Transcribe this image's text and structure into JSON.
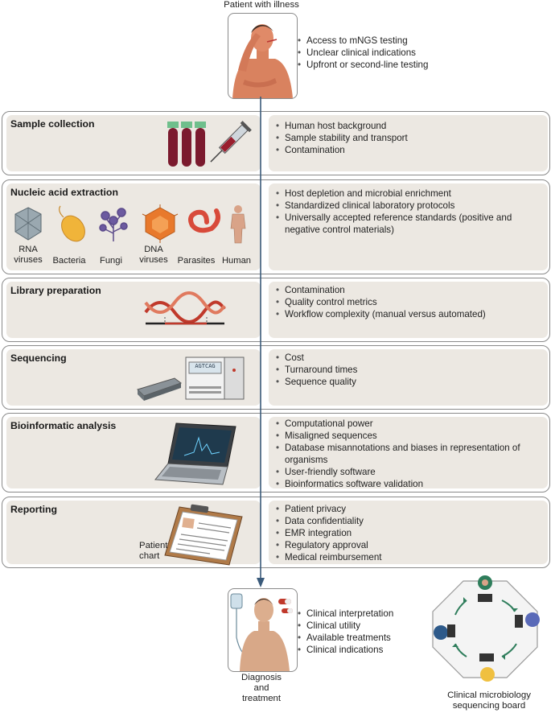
{
  "top": {
    "label": "Patient with illness",
    "bullets": [
      "Access to mNGS testing",
      "Unclear clinical indications",
      "Upfront or second-line testing"
    ]
  },
  "steps": [
    {
      "title": "Sample collection",
      "bullets": [
        "Human host background",
        "Sample stability and transport",
        "Contamination"
      ]
    },
    {
      "title": "Nucleic acid extraction",
      "bullets": [
        "Host depletion and microbial enrichment",
        "Standardized clinical laboratory protocols",
        "Universally accepted reference standards (positive and negative control materials)"
      ]
    },
    {
      "title": "Library preparation",
      "bullets": [
        "Contamination",
        "Quality control metrics",
        "Workflow complexity (manual versus automated)"
      ]
    },
    {
      "title": "Sequencing",
      "bullets": [
        "Cost",
        "Turnaround times",
        "Sequence quality"
      ]
    },
    {
      "title": "Bioinformatic analysis",
      "bullets": [
        "Computational power",
        "Misaligned sequences",
        "Database misannotations and biases in representation of organisms",
        "User-friendly software",
        "Bioinformatics software validation"
      ]
    },
    {
      "title": "Reporting",
      "bullets": [
        "Patient privacy",
        "Data confidentiality",
        "EMR integration",
        "Regulatory approval",
        "Medical reimbursement"
      ]
    }
  ],
  "organisms": [
    "RNA viruses",
    "Bacteria",
    "Fungi",
    "DNA viruses",
    "Parasites",
    "Human"
  ],
  "sequencer_screen": "AGTCAG",
  "report_label": "Patient chart",
  "bottom": {
    "label": "Diagnosis and treatment",
    "bullets": [
      "Clinical interpretation",
      "Clinical utility",
      "Available treatments",
      "Clinical indications"
    ],
    "board_label": "Clinical microbiology sequencing board"
  },
  "colors": {
    "panel": "#ece8e2",
    "skin": "#e08a68",
    "accent_red": "#c0392b",
    "arrow": "#3a5a7a"
  }
}
